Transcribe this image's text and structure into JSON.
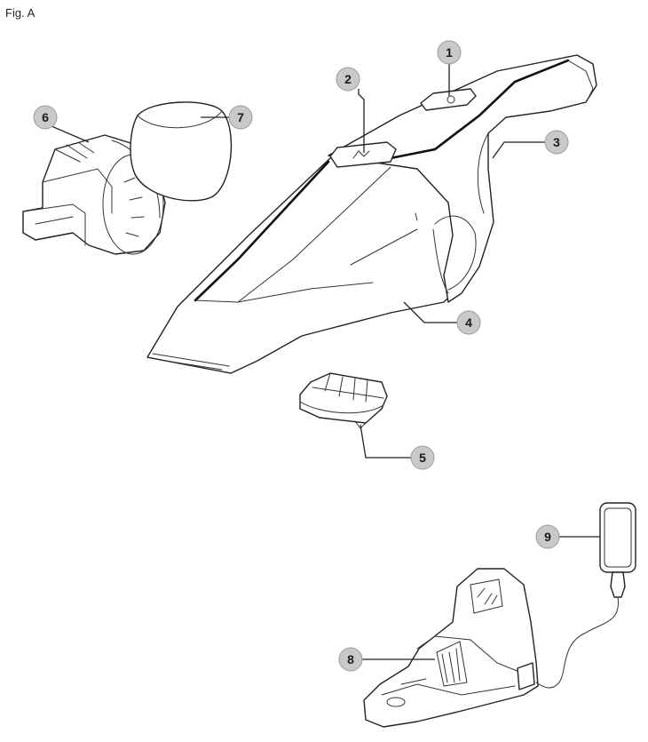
{
  "figure": {
    "label": "Fig. A"
  },
  "callouts": [
    {
      "id": "1",
      "text": "1"
    },
    {
      "id": "2",
      "text": "2"
    },
    {
      "id": "3",
      "text": "3"
    },
    {
      "id": "4",
      "text": "4"
    },
    {
      "id": "5",
      "text": "5"
    },
    {
      "id": "6",
      "text": "6"
    },
    {
      "id": "7",
      "text": "7"
    },
    {
      "id": "8",
      "text": "8"
    },
    {
      "id": "9",
      "text": "9"
    }
  ],
  "colors": {
    "callout_fill": "#c9c9c9",
    "line": "#222222"
  }
}
